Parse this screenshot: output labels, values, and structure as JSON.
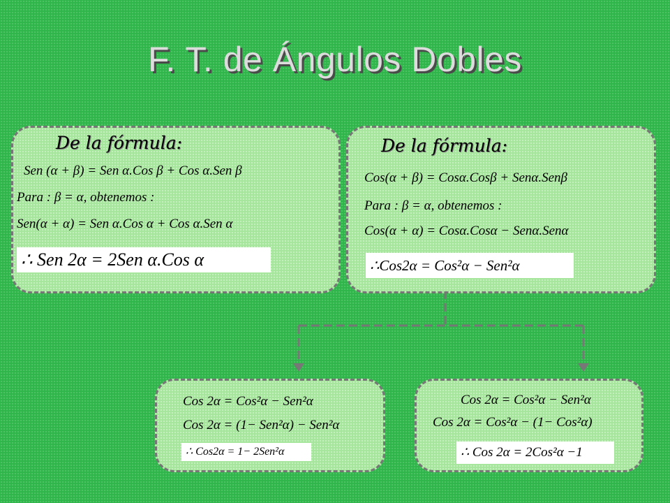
{
  "title": "F. T. de Ángulos Dobles",
  "box_left": {
    "heading": "De la fórmula:",
    "line1": "Sen (α + β) = Sen α.Cos β + Cos α.Sen β",
    "line2": "Para : β = α, obtenemos :",
    "line3": "Sen(α + α) = Sen α.Cos α + Cos α.Sen α",
    "result": "∴ Sen 2α = 2Sen α.Cos α"
  },
  "box_right": {
    "heading": "De la fórmula:",
    "line1": "Cos(α + β) = Cosα.Cosβ + Senα.Senβ",
    "line2": "Para : β = α, obtenemos :",
    "line3": "Cos(α + α) = Cosα.Cosα − Senα.Senα",
    "result": "∴Cos2α = Cos²α − Sen²α"
  },
  "box_bottom_left": {
    "line1": "Cos 2α = Cos²α − Sen²α",
    "line2": "Cos 2α = (1− Sen²α) − Sen²α",
    "result": "∴ Cos2α = 1− 2Sen²α"
  },
  "box_bottom_right": {
    "line1": "Cos 2α = Cos²α − Sen²α",
    "line2": "Cos 2α = Cos²α − (1− Cos²α)",
    "result": "∴ Cos 2α = 2Cos²α −1"
  },
  "colors": {
    "background": "#2fb64a",
    "box": "#a6e69c",
    "connector": "#777777"
  }
}
